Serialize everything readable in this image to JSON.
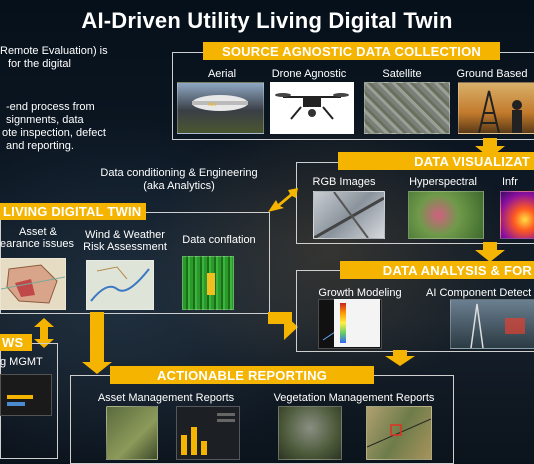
{
  "title": "AI-Driven Utility Living Digital Twin",
  "intro_text_1": [
    "Remote Evaluation) is",
    "for the digital"
  ],
  "intro_text_2": [
    "-end process from",
    "signments, data",
    "ote inspection, defect",
    "and reporting."
  ],
  "conditioning_text": [
    "Data conditioning & Engineering",
    "(aka Analytics)"
  ],
  "source": {
    "header": "SOURCE AGNOSTIC DATA COLLECTION",
    "items": [
      "Aerial",
      "Drone Agnostic",
      "Satellite",
      "Ground Based"
    ]
  },
  "visualization": {
    "header": "DATA VISUALIZAT",
    "items": [
      "RGB Images",
      "Hyperspectral",
      "Infr"
    ]
  },
  "twin": {
    "header": "LIVING DIGITAL TWIN",
    "items": [
      [
        "Asset &",
        "earance issues"
      ],
      [
        "Wind & Weather",
        "Risk Assessment"
      ],
      [
        "Data conflation"
      ]
    ]
  },
  "analysis": {
    "header": "DATA ANALYSIS & FOR",
    "items": [
      "Growth Modeling",
      "AI Component Detect"
    ]
  },
  "ws": {
    "header": "WS",
    "label": "g MGMT"
  },
  "reporting": {
    "header": "ACTIONABLE REPORTING",
    "items": [
      "Asset Management Reports",
      "Vegetation Management Reports"
    ]
  },
  "colors": {
    "accent": "#f5b400",
    "background": "#0a121c"
  }
}
